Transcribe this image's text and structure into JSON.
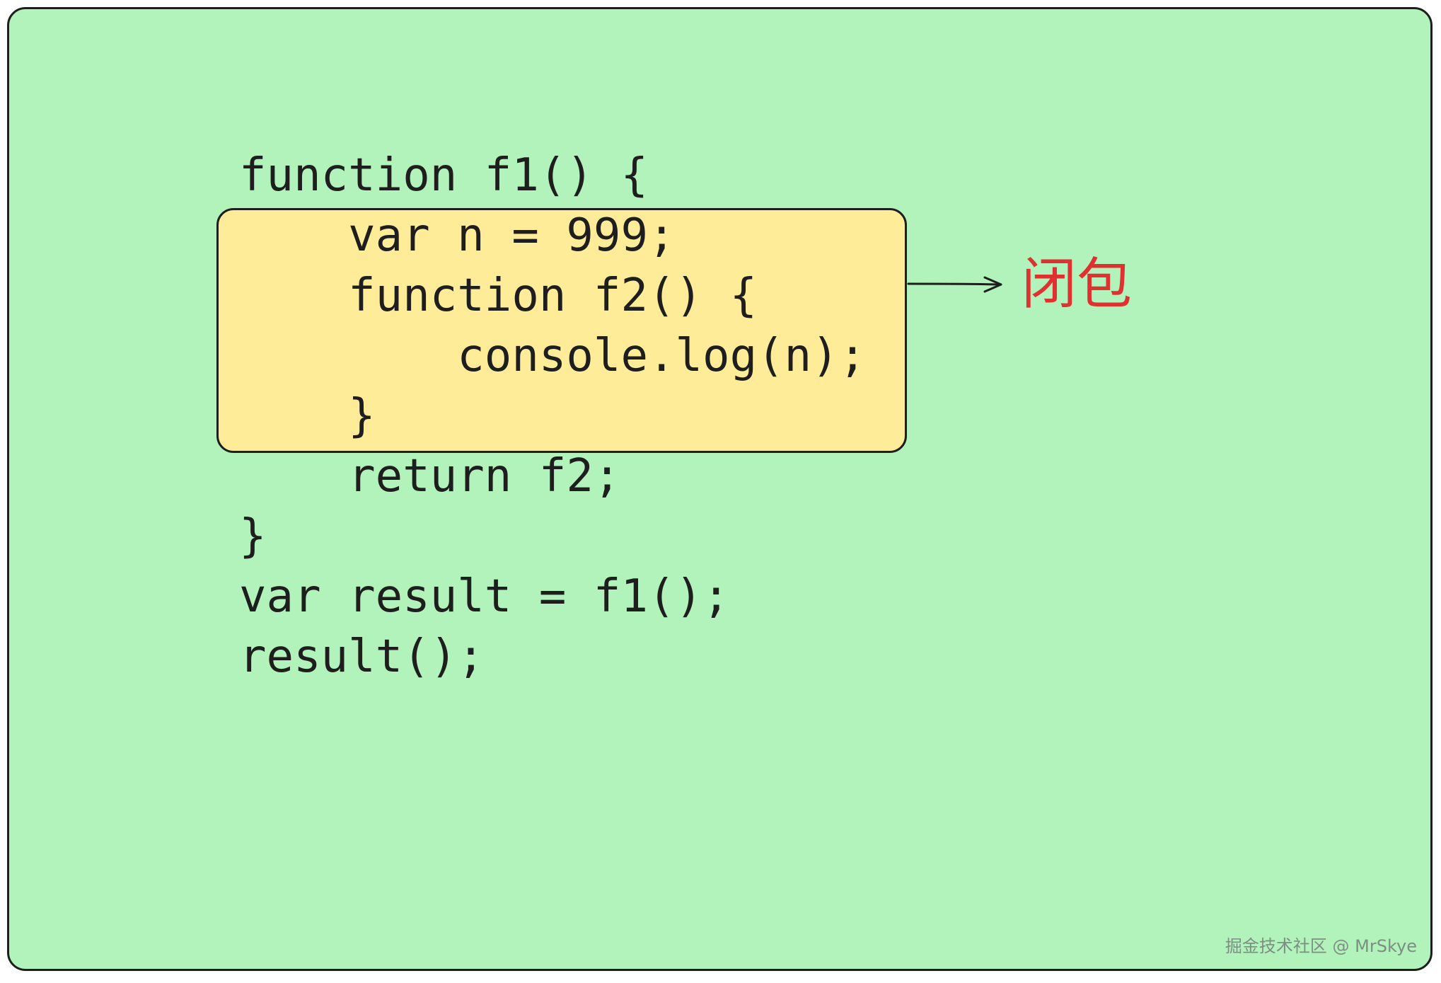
{
  "code": {
    "lines": [
      "function f1() {",
      "    var n = 999;",
      "    function f2() {",
      "        console.log(n);",
      "    }",
      "    return f2;",
      "}",
      "var result = f1();",
      "result();"
    ]
  },
  "annotation": {
    "label": "闭包",
    "color": "#e03131"
  },
  "colors": {
    "canvas_background": "#b2f2bb",
    "highlight_background": "#ffec99",
    "stroke": "#1e1e1e"
  },
  "watermark": {
    "text": "掘金技术社区 @ MrSkye"
  }
}
